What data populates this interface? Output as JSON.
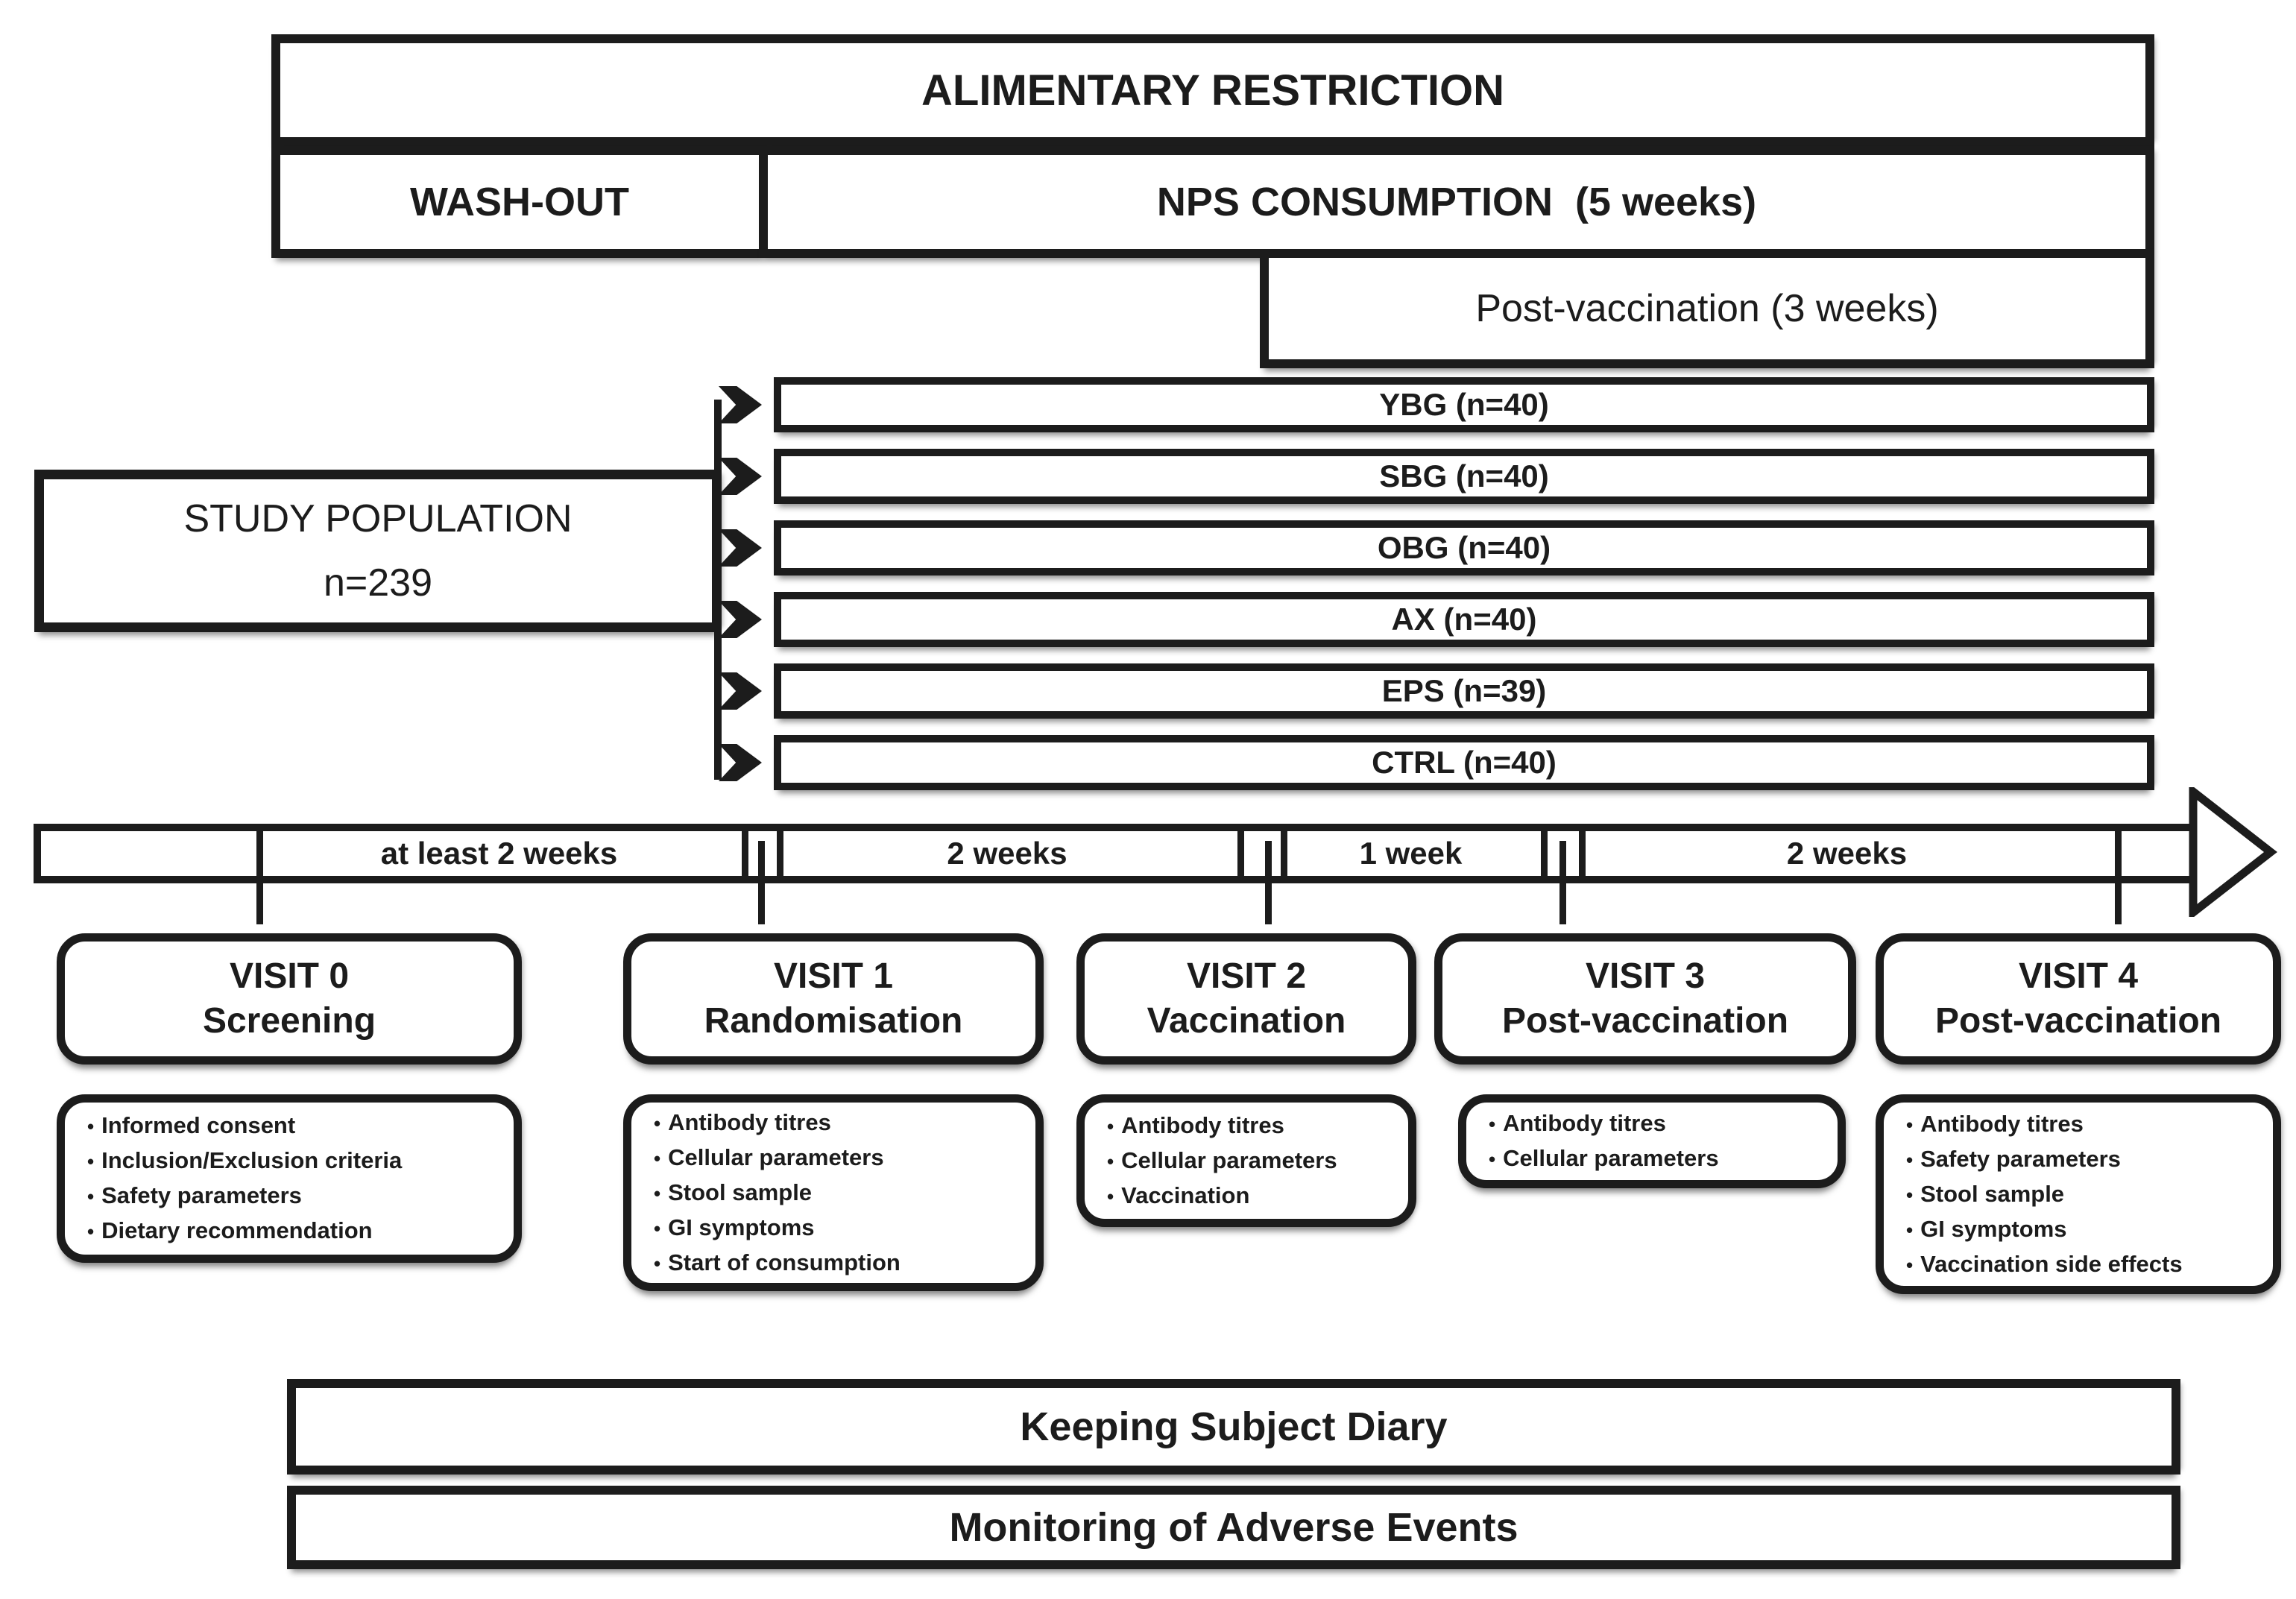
{
  "colors": {
    "ink": "#1c1c1c",
    "bg": "#ffffff"
  },
  "ui": {
    "bullet": "•"
  },
  "top": {
    "alimentary": "ALIMENTARY RESTRICTION",
    "washout": "WASH-OUT",
    "nps": "NPS CONSUMPTION  (5 weeks)",
    "post_vaccination": "Post-vaccination (3 weeks)"
  },
  "population": {
    "line1": "STUDY POPULATION",
    "line2": "n=239"
  },
  "arms": [
    {
      "label": "YBG (n=40)"
    },
    {
      "label": "SBG (n=40)"
    },
    {
      "label": "OBG (n=40)"
    },
    {
      "label": "AX (n=40)"
    },
    {
      "label": "EPS (n=39)"
    },
    {
      "label": "CTRL (n=40)"
    }
  ],
  "timeline": {
    "segments": [
      {
        "label": "at least 2 weeks"
      },
      {
        "label": "2 weeks"
      },
      {
        "label": "1 week"
      },
      {
        "label": "2 weeks"
      }
    ]
  },
  "visits": [
    {
      "title": "VISIT 0",
      "subtitle": "Screening",
      "items": [
        "Informed consent",
        "Inclusion/Exclusion criteria",
        "Safety parameters",
        "Dietary recommendation"
      ]
    },
    {
      "title": "VISIT 1",
      "subtitle": "Randomisation",
      "items": [
        "Antibody titres",
        "Cellular parameters",
        "Stool sample",
        "GI symptoms",
        "Start of consumption"
      ]
    },
    {
      "title": "VISIT 2",
      "subtitle": "Vaccination",
      "items": [
        "Antibody titres",
        "Cellular parameters",
        "Vaccination"
      ]
    },
    {
      "title": "VISIT 3",
      "subtitle": "Post-vaccination",
      "items": [
        "Antibody titres",
        "Cellular parameters"
      ]
    },
    {
      "title": "VISIT 4",
      "subtitle": "Post-vaccination",
      "items": [
        "Antibody titres",
        "Safety parameters",
        "Stool sample",
        "GI symptoms",
        "Vaccination side effects"
      ]
    }
  ],
  "footer": [
    {
      "label": "Keeping Subject Diary"
    },
    {
      "label": "Monitoring of Adverse Events"
    }
  ]
}
